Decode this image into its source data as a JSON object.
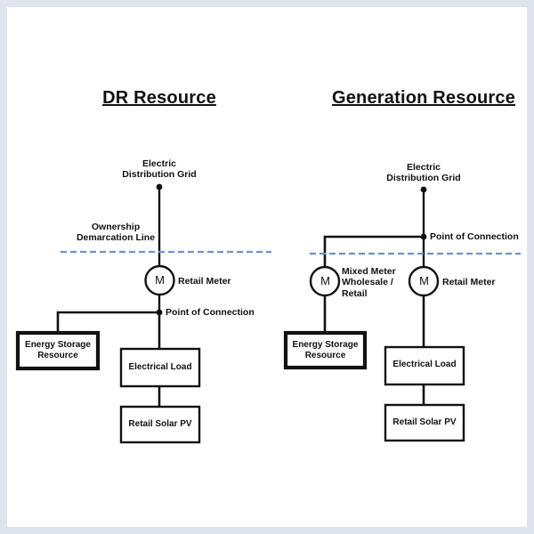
{
  "page": {
    "background_border_color": "#dfe5ee",
    "canvas_color": "#ffffff",
    "line_color": "#111111",
    "demarcation_color": "#6f93c4"
  },
  "diagrams": [
    {
      "id": "dr-resource",
      "title": "DR Resource",
      "grid_label": "Electric\nDistribution Grid",
      "demarcation_label": "Ownership\nDemarcation Line",
      "point_of_connection_label": "Point of Connection",
      "meters": [
        {
          "id": "retail-meter",
          "glyph": "M",
          "label": "Retail Meter"
        }
      ],
      "boxes": [
        {
          "id": "energy-storage-resource",
          "label": "Energy Storage\nResource",
          "emphasis": "thick"
        },
        {
          "id": "electrical-load",
          "label": "Electrical Load",
          "emphasis": "normal"
        },
        {
          "id": "retail-solar-pv",
          "label": "Retail Solar PV",
          "emphasis": "normal"
        }
      ]
    },
    {
      "id": "generation-resource",
      "title": "Generation Resource",
      "grid_label": "Electric\nDistribution Grid",
      "demarcation_label": "",
      "point_of_connection_label": "Point of Connection",
      "meters": [
        {
          "id": "mixed-meter",
          "glyph": "M",
          "label": "Mixed Meter\nWholesale /\nRetail"
        },
        {
          "id": "retail-meter",
          "glyph": "M",
          "label": "Retail Meter"
        }
      ],
      "boxes": [
        {
          "id": "energy-storage-resource",
          "label": "Energy Storage\nResource",
          "emphasis": "thick"
        },
        {
          "id": "electrical-load",
          "label": "Electrical Load",
          "emphasis": "normal"
        },
        {
          "id": "retail-solar-pv",
          "label": "Retail Solar PV",
          "emphasis": "normal"
        }
      ]
    }
  ]
}
